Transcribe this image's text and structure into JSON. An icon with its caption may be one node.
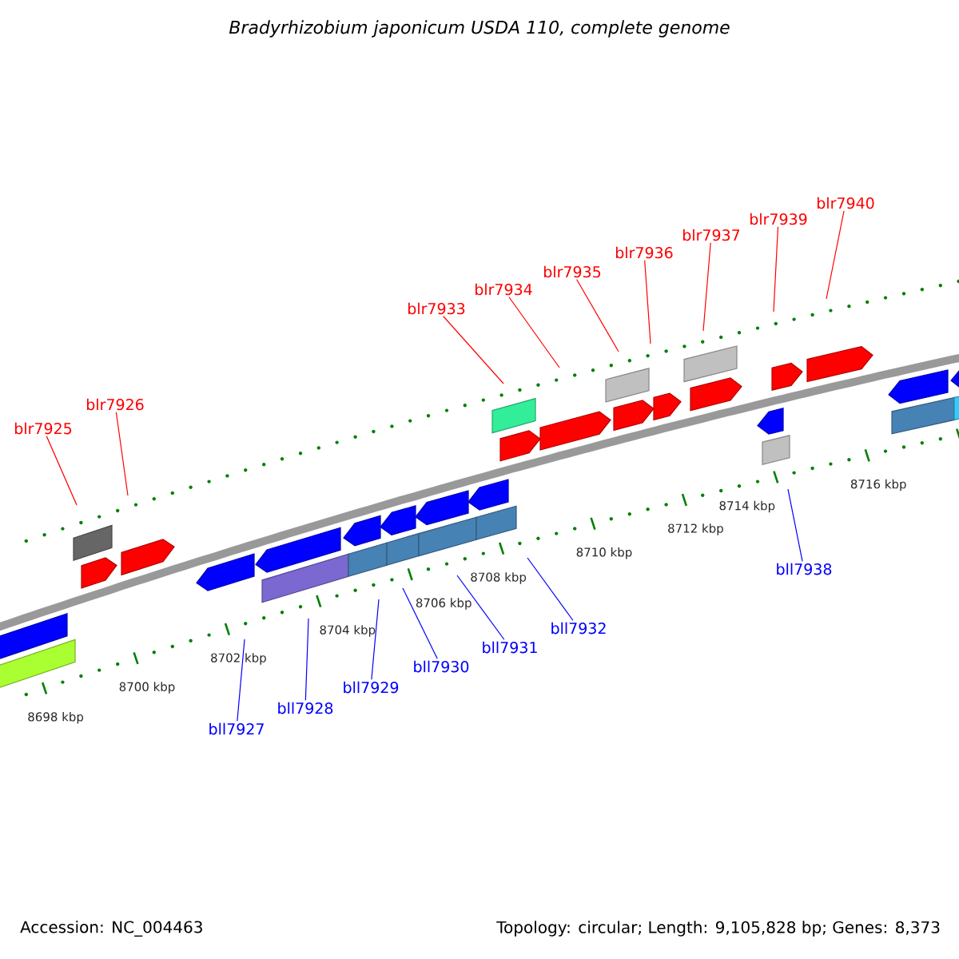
{
  "diagram": {
    "title": "Bradyrhizobium japonicum USDA 110, complete genome",
    "nodes": [
      {
        "text": [
          "blr7925"
        ]
      },
      {
        "text": [
          "blr7926"
        ]
      },
      {
        "text": [
          "blr7933"
        ]
      },
      {
        "text": [
          "blr7934"
        ]
      },
      {
        "text": [
          "blr7935"
        ]
      },
      {
        "text": [
          "blr7936"
        ]
      },
      {
        "text": [
          "blr7937"
        ]
      },
      {
        "text": [
          "blr7939"
        ]
      },
      {
        "text": [
          "blr7940"
        ]
      },
      {
        "text": [
          "bll7927"
        ]
      },
      {
        "text": [
          "bll7928"
        ]
      },
      {
        "text": [
          "bll7929"
        ]
      },
      {
        "text": [
          "bll7930"
        ]
      },
      {
        "text": [
          "bll7931"
        ]
      },
      {
        "text": [
          "bll7932"
        ]
      },
      {
        "text": [
          "bll7938"
        ]
      }
    ],
    "edges": [
      {
        "from": 0,
        "to": null,
        "arrow": "none"
      },
      {
        "from": 1,
        "to": null,
        "arrow": "none"
      },
      {
        "from": 2,
        "to": null,
        "arrow": "none"
      },
      {
        "from": 3,
        "to": null,
        "arrow": "none"
      },
      {
        "from": 4,
        "to": null,
        "arrow": "none"
      },
      {
        "from": 5,
        "to": null,
        "arrow": "none"
      },
      {
        "from": 6,
        "to": null,
        "arrow": "none"
      },
      {
        "from": 7,
        "to": null,
        "arrow": "none"
      },
      {
        "from": 8,
        "to": null,
        "arrow": "none"
      },
      {
        "from": 9,
        "to": null,
        "arrow": "none",
        "color": "#0000ff"
      },
      {
        "from": 10,
        "to": null,
        "arrow": "none",
        "color": "#0000ff"
      },
      {
        "from": 11,
        "to": null,
        "arrow": "none",
        "color": "#0000ff"
      },
      {
        "from": 12,
        "to": null,
        "arrow": "none",
        "color": "#0000ff"
      },
      {
        "from": 13,
        "to": null,
        "arrow": "none",
        "color": "#0000ff"
      },
      {
        "from": 14,
        "to": null,
        "arrow": "none",
        "color": "#0000ff"
      },
      {
        "from": 15,
        "to": null,
        "arrow": "none",
        "color": "#0000ff"
      }
    ],
    "labels": [
      "8698 kbp",
      "8700 kbp",
      "8702 kbp",
      "8704 kbp",
      "8706 kbp",
      "8708 kbp",
      "8710 kbp",
      "8712 kbp",
      "8714 kbp",
      "8716 kbp",
      "Accession: NC_004463",
      "Topology: circular; Length: 9,105,828 bp; Genes: 8,373"
    ]
  }
}
